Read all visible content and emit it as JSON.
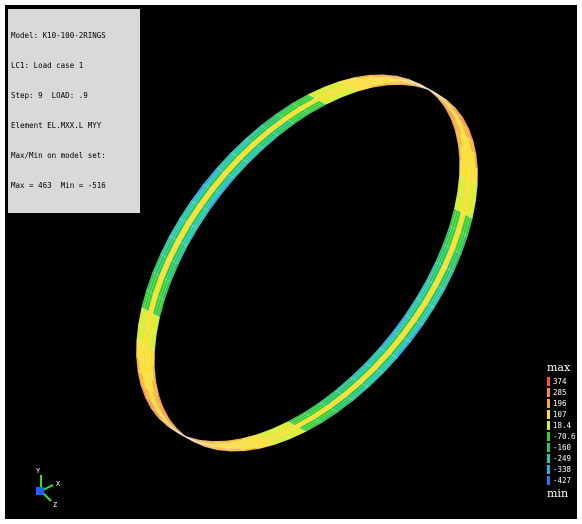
{
  "info": {
    "lines": [
      "Model: K10-100-2RINGS",
      "LC1: Load case 1",
      "Step: 9  LOAD: .9",
      "Element EL.MXX.L MYY",
      "Max/Min on model set:",
      "Max = 463  Min = -516"
    ]
  },
  "legend": {
    "title_max": "max",
    "title_min": "min",
    "entries": [
      {
        "label": "374",
        "color": "#ff5030"
      },
      {
        "label": "285",
        "color": "#ff8a28"
      },
      {
        "label": "196",
        "color": "#ffb020"
      },
      {
        "label": "107",
        "color": "#ffe020"
      },
      {
        "label": "18.4",
        "color": "#d8f020"
      },
      {
        "label": "-70.6",
        "color": "#30d030"
      },
      {
        "label": "-160",
        "color": "#20c860"
      },
      {
        "label": "-249",
        "color": "#20c8b0"
      },
      {
        "label": "-338",
        "color": "#20b0e8"
      },
      {
        "label": "-427",
        "color": "#2080e0"
      }
    ]
  },
  "triad": {
    "y": "Y",
    "x": "X",
    "z": "Z"
  },
  "colors": {
    "background": "#000000",
    "mesh": "#ffffff"
  }
}
